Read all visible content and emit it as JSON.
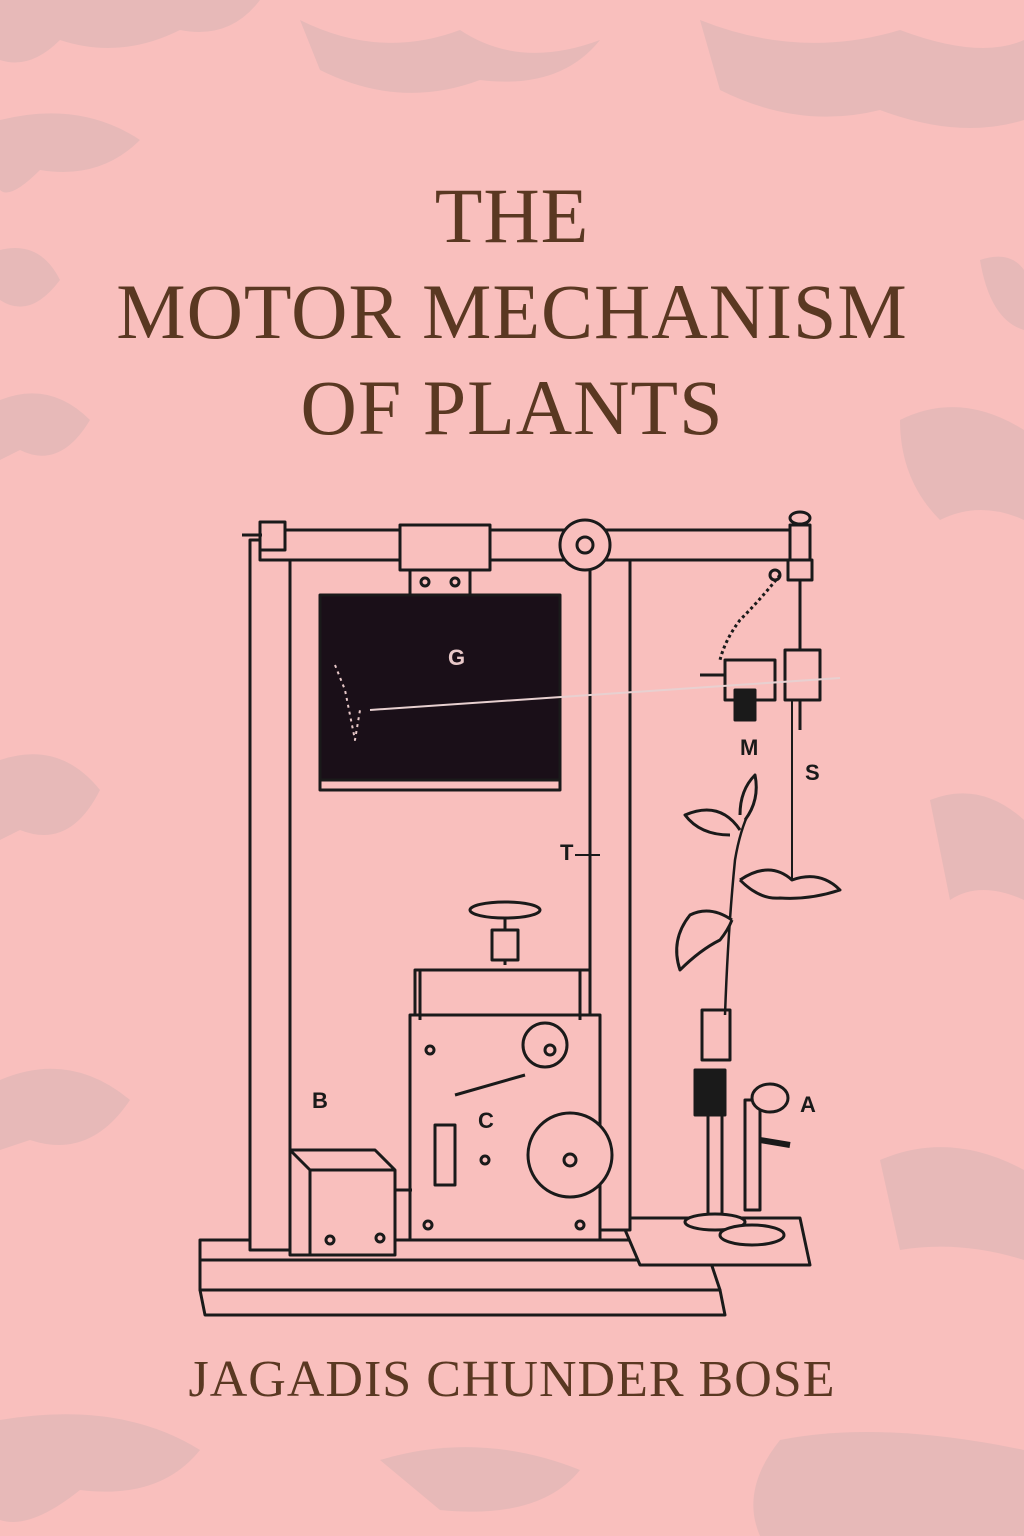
{
  "cover": {
    "title_lines": [
      "THE",
      "MOTOR MECHANISM",
      "OF PLANTS"
    ],
    "author": "JAGADIS CHUNDER BOSE",
    "colors": {
      "background": "#f9bfbd",
      "text": "#5a3822",
      "mottle": "#d9b5b5",
      "ink": "#1a1a1a"
    }
  },
  "illustration": {
    "labels": {
      "g": "G",
      "m": "M",
      "s": "S",
      "t": "T",
      "b": "B",
      "c": "C",
      "a": "A"
    }
  }
}
